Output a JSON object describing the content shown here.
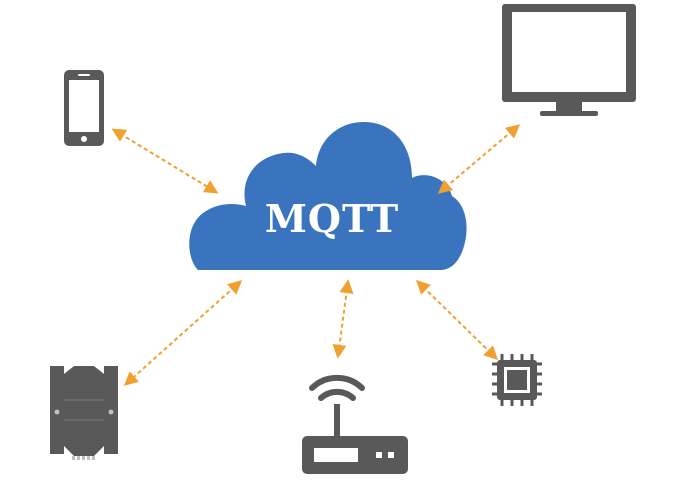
{
  "diagram": {
    "center_label": "MQTT",
    "nodes": [
      {
        "id": "smartphone",
        "icon": "smartphone-icon"
      },
      {
        "id": "monitor",
        "icon": "monitor-icon"
      },
      {
        "id": "industrial-gateway",
        "icon": "industrial-device-icon"
      },
      {
        "id": "wifi-router",
        "icon": "wifi-router-icon"
      },
      {
        "id": "microchip",
        "icon": "microchip-icon"
      }
    ],
    "connections": [
      "smartphone",
      "monitor",
      "industrial-gateway",
      "wifi-router",
      "microchip"
    ]
  },
  "colors": {
    "cloud": "#3b74be",
    "device": "#595959",
    "arrow": "#f0a030",
    "text": "#ffffff",
    "background": "#ffffff"
  }
}
